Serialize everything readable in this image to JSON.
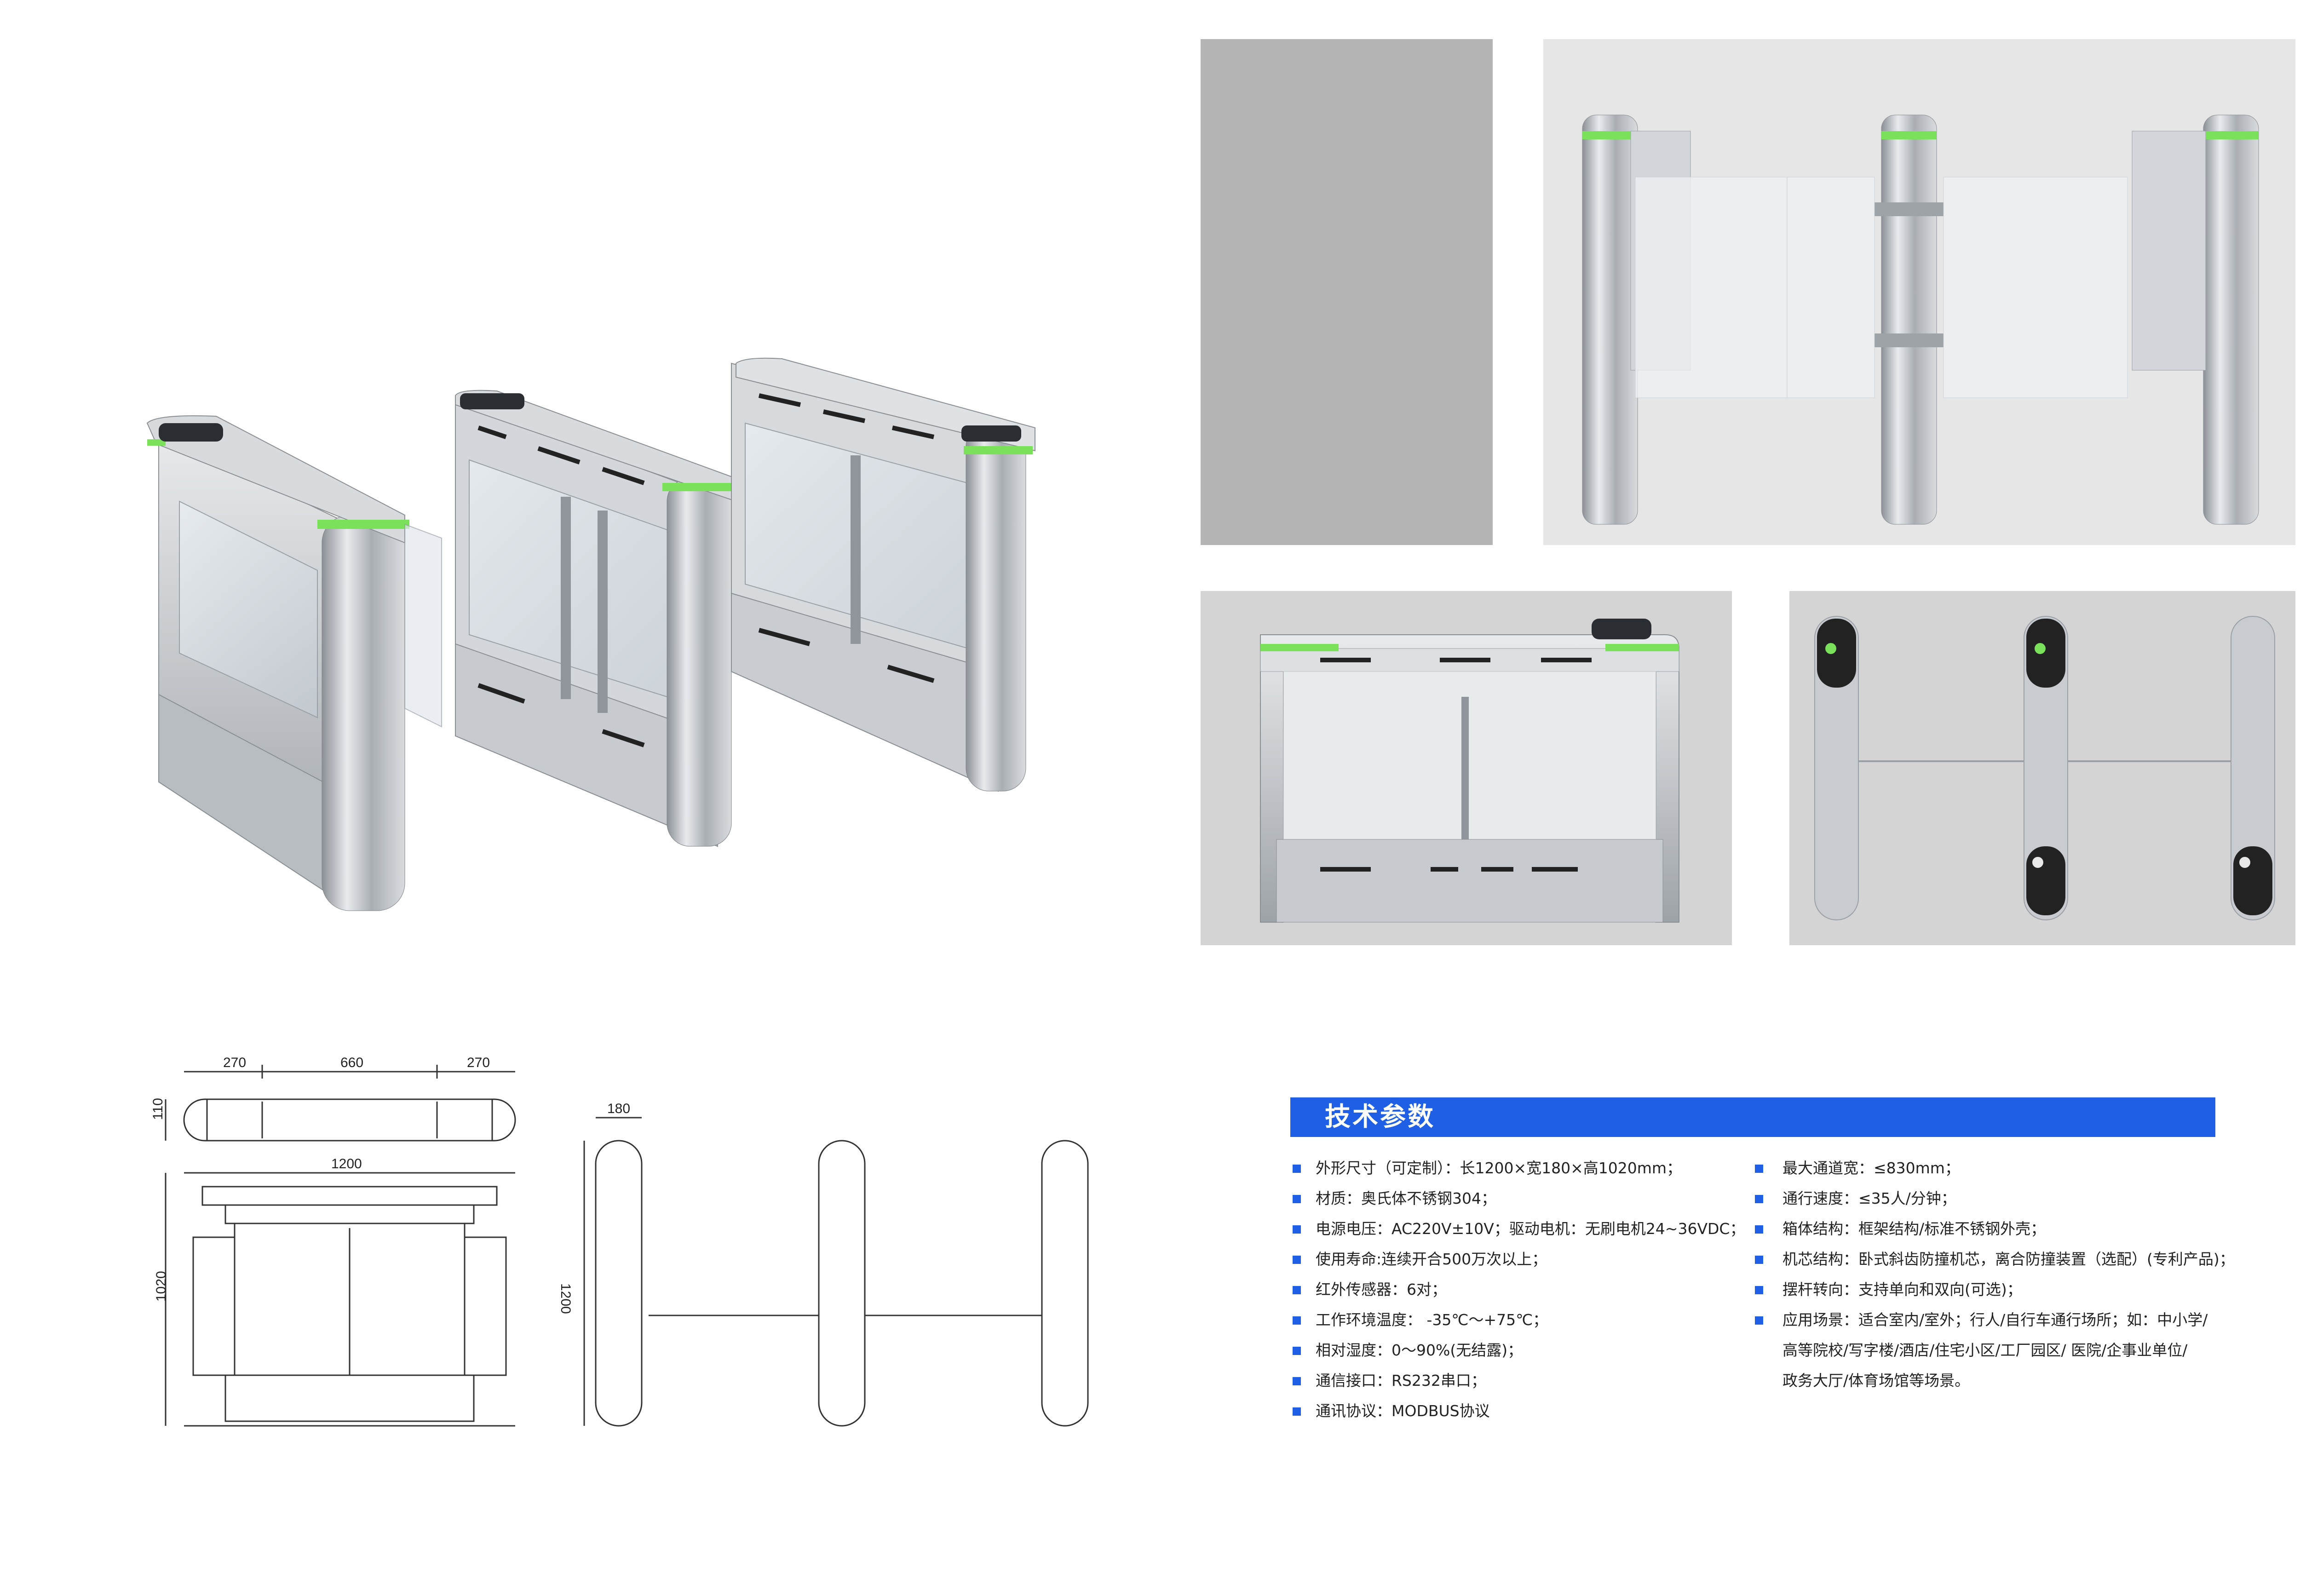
{
  "drawing": {
    "top_view": {
      "w_left": "270",
      "w_mid": "660",
      "w_right": "270",
      "depth": "110"
    },
    "front_view": {
      "width": "1200",
      "height": "1020"
    },
    "side_view": {
      "width": "180",
      "length": "1200"
    }
  },
  "specs": {
    "title": "技术参数",
    "left": [
      "外形尺寸（可定制）：长1200×宽180×高1020mm；",
      "材质：奥氏体不锈钢304；",
      "电源电压：AC220V±10V；驱动电机：无刷电机24~36VDC；",
      "使用寿命:连续开合500万次以上；",
      "红外传感器：6对；",
      "工作环境温度：  -35℃～+75℃；",
      "相对湿度：0～90%(无结露)；",
      "通信接口：RS232串口；",
      "通讯协议：MODBUS协议"
    ],
    "right": [
      "最大通道宽：≤830mm；",
      "通行速度：≤35人/分钟；",
      "箱体结构：框架结构/标准不锈钢外壳；",
      "机芯结构：卧式斜齿防撞机芯，离合防撞装置（选配）(专利产品)；",
      "摆杆转向：支持单向和双向(可选)；",
      "应用场景：适合室内/室外；行人/自行车通行场所；如：中小学/",
      "高等院校/写字楼/酒店/住宅小区/工厂园区/ 医院/企事业单位/",
      "政务大厅/体育场馆等场景。"
    ]
  },
  "colors": {
    "accent": "#1e5fe6",
    "indicator_green": "#7be05a",
    "steel": "#c8cdd2"
  }
}
